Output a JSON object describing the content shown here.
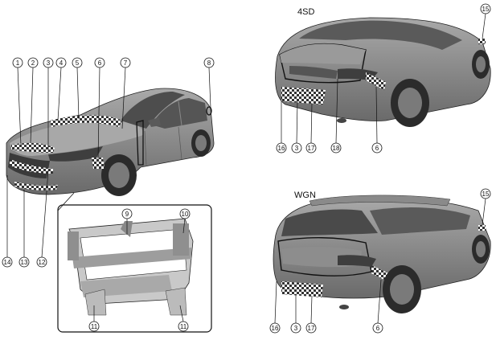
{
  "variants": {
    "sedan": "4SD",
    "wagon": "WGN"
  },
  "callouts": {
    "c1": "1",
    "c2": "2",
    "c3": "3",
    "c4": "4",
    "c5": "5",
    "c6": "6",
    "c7": "7",
    "c8": "8",
    "c9": "9",
    "c10": "10",
    "c11": "11",
    "c12": "12",
    "c13": "13",
    "c14": "14",
    "c15": "15",
    "c16": "16",
    "c17": "17",
    "c18": "18"
  },
  "colors": {
    "body_dark": "#6b6b6b",
    "body_mid": "#8c8c8c",
    "body_light": "#b5b5b5",
    "glass": "#4a4a4a",
    "tire": "#2b2b2b",
    "outline": "#111111",
    "hatch_a": "#ffffff",
    "hatch_b": "#333333"
  }
}
